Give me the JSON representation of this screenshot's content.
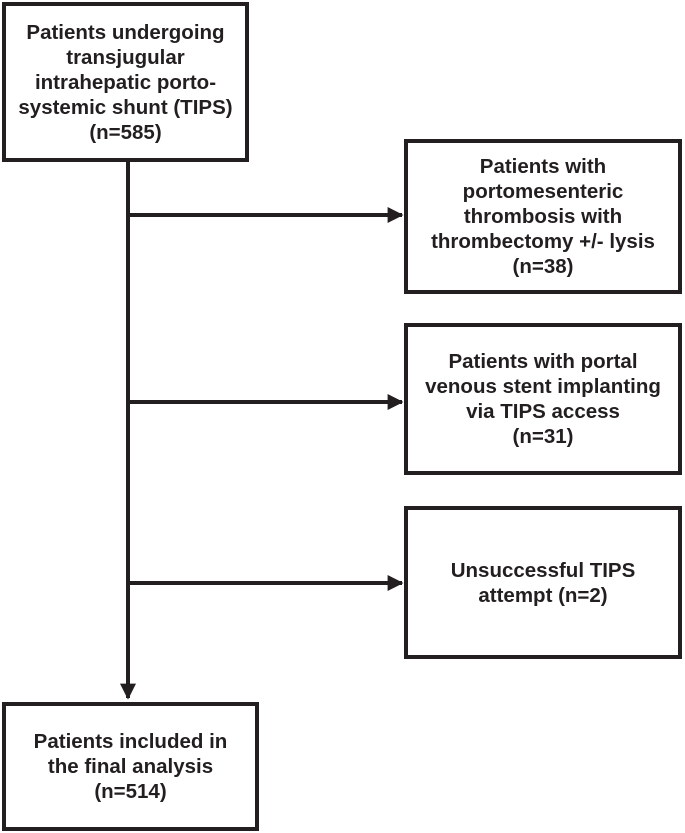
{
  "flowchart": {
    "start": {
      "lines": [
        "Patients undergoing",
        "transjugular",
        "intrahepatic porto-",
        "systemic shunt (TIPS)",
        "(n=585)"
      ]
    },
    "exclusions": [
      {
        "lines": [
          "Patients with",
          "portomesenteric",
          "thrombosis with",
          "thrombectomy +/- lysis",
          "(n=38)"
        ]
      },
      {
        "lines": [
          "Patients with portal",
          "venous stent implanting",
          "via TIPS access",
          "(n=31)"
        ]
      },
      {
        "lines": [
          "Unsuccessful TIPS",
          "attempt (n=2)"
        ]
      }
    ],
    "final": {
      "lines": [
        "Patients included in",
        "the final analysis",
        "(n=514)"
      ]
    },
    "colors": {
      "stroke": "#231f20",
      "background": "#ffffff"
    }
  }
}
